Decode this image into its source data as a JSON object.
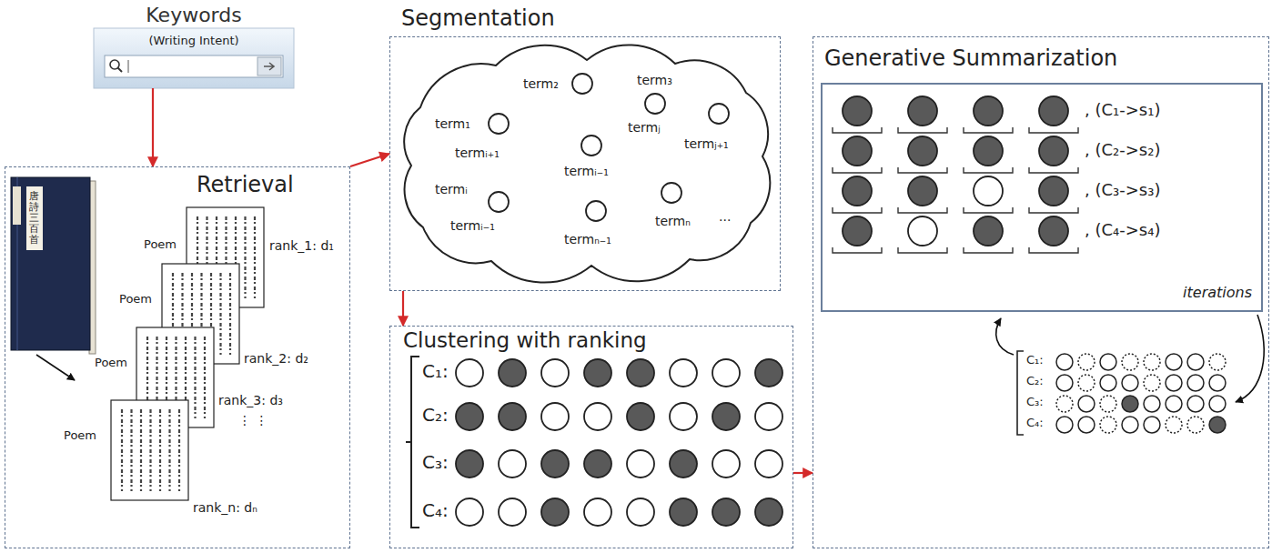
{
  "diagram": {
    "nodes": [
      {
        "text": [
          "Keywords",
          "(Writing Intent)"
        ]
      },
      {
        "text": [
          "Retrieval"
        ]
      },
      {
        "text": [
          "Segmentation"
        ]
      },
      {
        "text": [
          "Clustering with ranking"
        ]
      },
      {
        "text": [
          "Generative Summarization"
        ]
      },
      {
        "text": [
          "iterations"
        ],
        "in": 4
      }
    ],
    "edges": [
      {
        "from": 0,
        "to": 1,
        "arrow": "to"
      },
      {
        "from": 1,
        "to": 2,
        "arrow": "to"
      },
      {
        "from": 2,
        "to": 3,
        "arrow": "to"
      },
      {
        "from": 3,
        "to": 4,
        "arrow": "to"
      }
    ],
    "labels": [
      "唐詩三百首",
      "Poem",
      "rank_1: d₁",
      "Poem",
      "rank_2: d₂",
      "Poem",
      "rank_3: d₃",
      "⋮ ⋮",
      "Poem",
      "rank_n: dₙ",
      "term₁",
      "term₂",
      "term₃",
      "termᵢ₊₁",
      "termⱼ",
      "termⱼ₊₁",
      "termᵢ",
      "termᵢ₋₁",
      "termᵢ₋₁",
      "termₙ₋₁",
      "termₙ",
      "...",
      "C₁:",
      "C₂:",
      "C₃:",
      "C₄:",
      ", (C₁->s₁)",
      ", (C₂->s₂)",
      ", (C₃->s₃)",
      ", (C₄->s₄)",
      "C₁:",
      "C₂:",
      "C₃:",
      "C₄:"
    ]
  }
}
